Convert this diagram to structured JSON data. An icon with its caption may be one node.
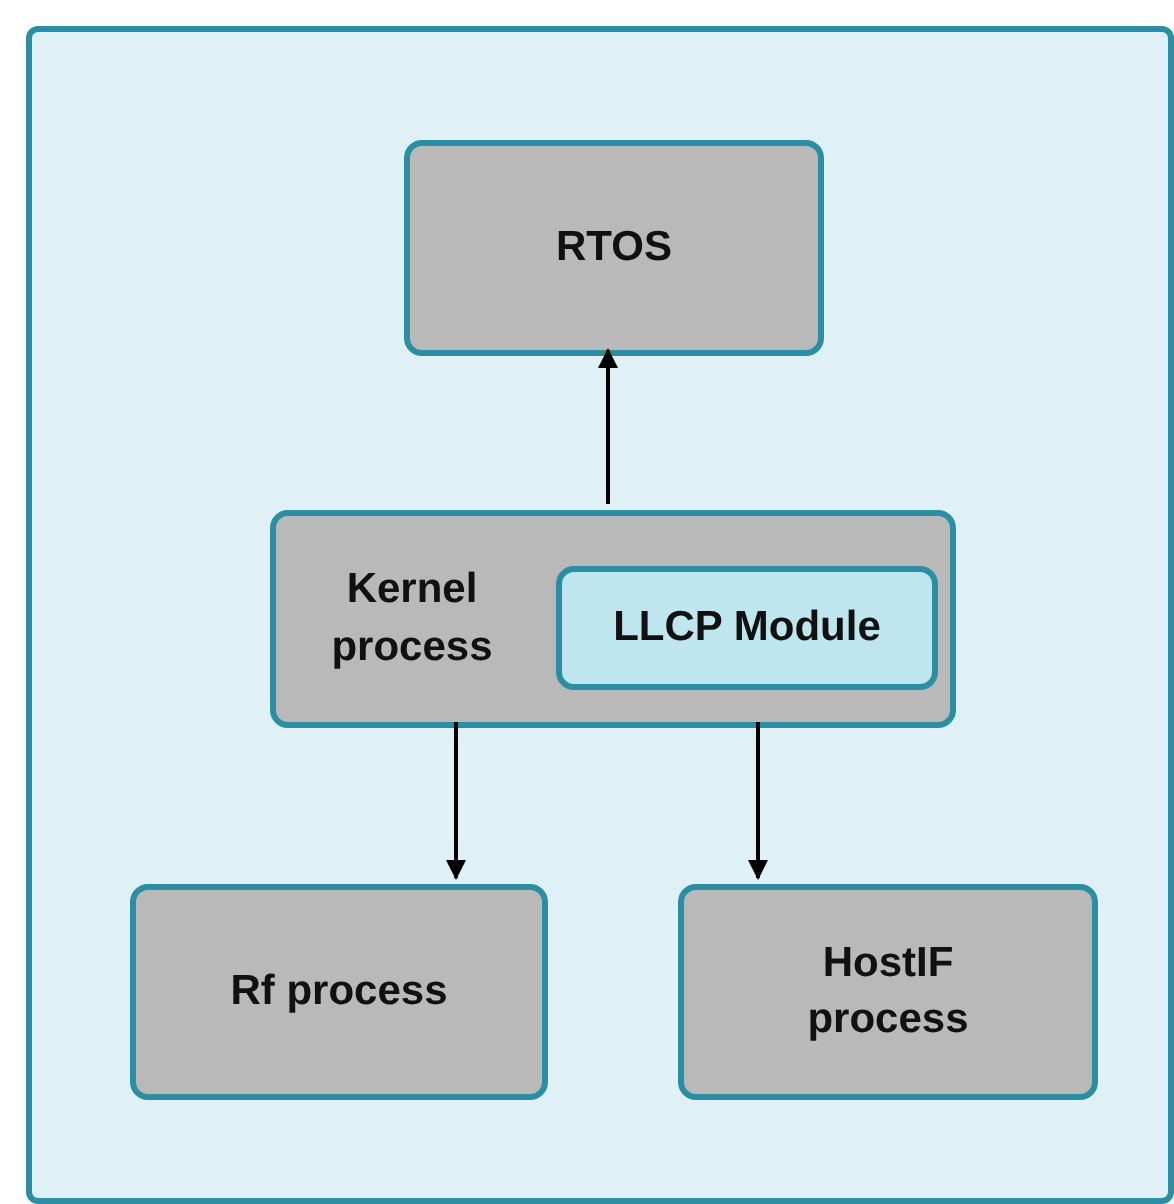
{
  "diagram": {
    "nodes": [
      {
        "text": [],
        "shape": "box"
      },
      {
        "text": [
          "RTOS"
        ],
        "in": 0
      },
      {
        "text": [
          "Kernel process"
        ],
        "in": 0
      },
      {
        "text": [
          "LLCP Module"
        ],
        "in": 2
      },
      {
        "text": [
          "Rf process"
        ],
        "in": 0
      },
      {
        "text": [
          "HostIF process"
        ],
        "in": 0
      }
    ],
    "edges": [
      {
        "from": 2,
        "to": 1,
        "arrow": "to"
      },
      {
        "from": 2,
        "to": 4,
        "arrow": "to"
      },
      {
        "from": 2,
        "to": 5,
        "arrow": "to"
      }
    ]
  }
}
